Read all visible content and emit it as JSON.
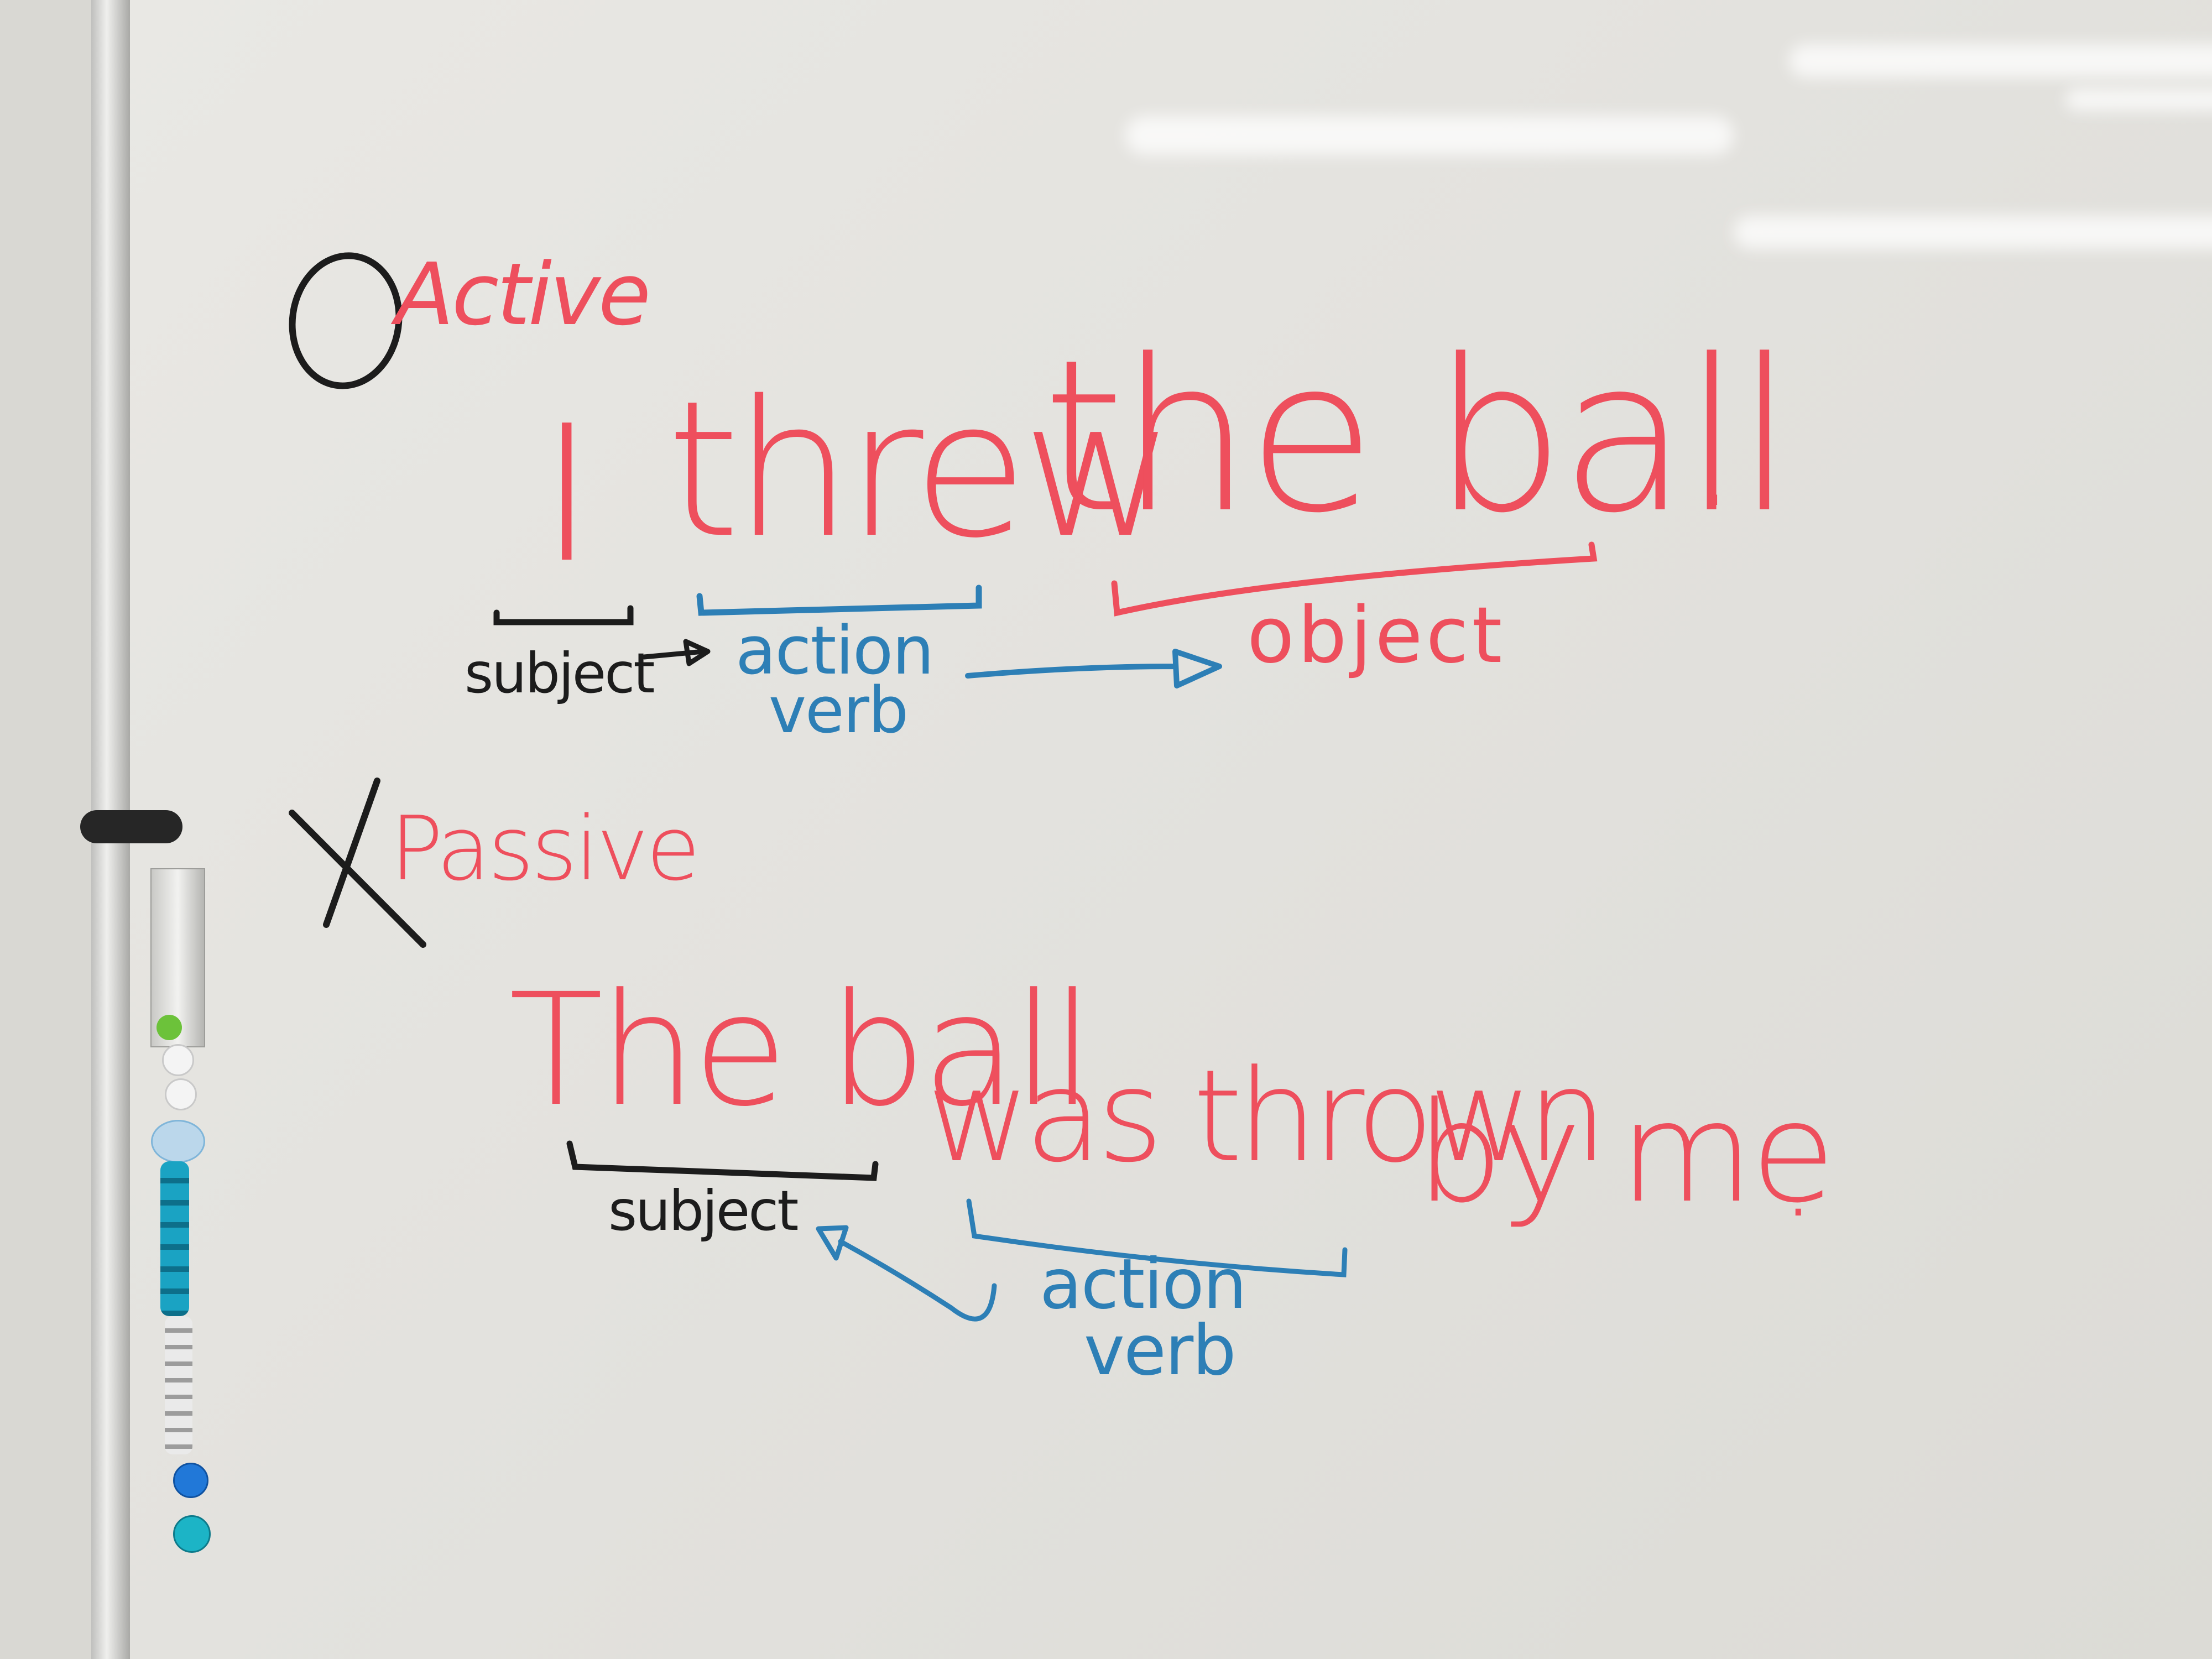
{
  "active": {
    "heading": "Active",
    "sentence": {
      "subject_word": "I",
      "verb_word": "threw",
      "object_words": "the ball",
      "period": "."
    },
    "labels": {
      "subject": "subject",
      "verb_line1": "action",
      "verb_line2": "verb",
      "object": "object"
    }
  },
  "passive": {
    "heading": "Passive",
    "sentence": {
      "subject_words": "The ball",
      "verb_words": "was thrown",
      "agent_words": "by me",
      "period": "."
    },
    "labels": {
      "subject": "subject",
      "verb_line1": "action",
      "verb_line2": "verb"
    }
  },
  "colors": {
    "red_marker": "#ee4f5d",
    "blue_marker": "#2d7fb6",
    "black_marker": "#1c1c1c",
    "board": "#e6e5e1"
  }
}
